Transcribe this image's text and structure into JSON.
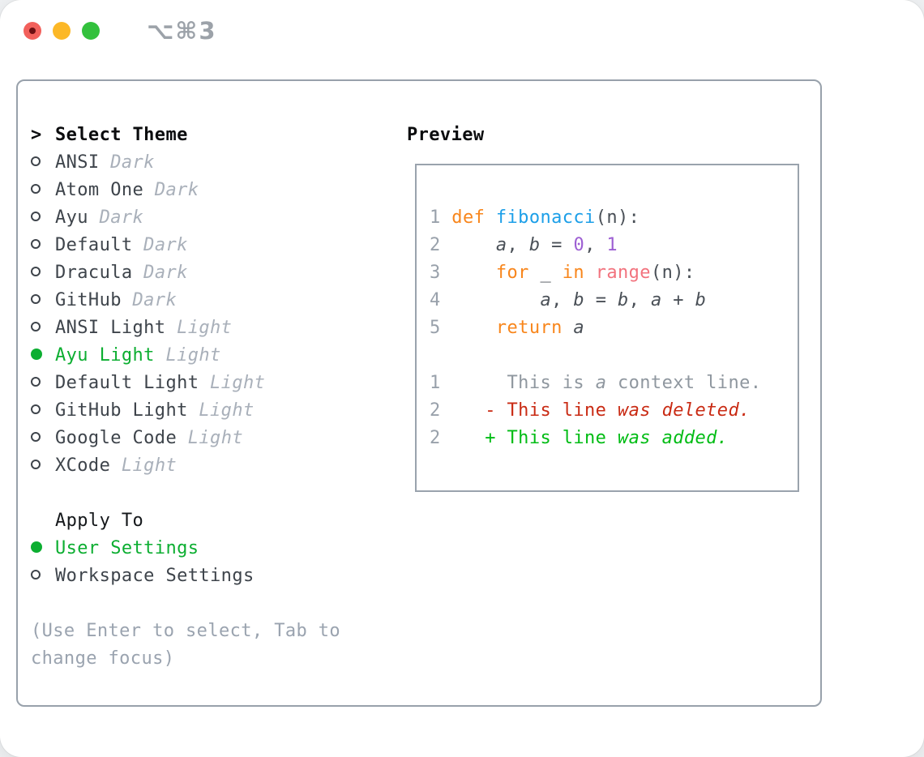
{
  "window": {
    "shortcut_label": "⌥⌘3",
    "traffic_lights": {
      "close": "#f2605b",
      "minimize": "#fcb827",
      "zoom": "#33c13d"
    }
  },
  "sidebar": {
    "title_prefix": ">",
    "title": "Select Theme",
    "items": [
      {
        "label": "ANSI",
        "variant": "Dark",
        "selected": false
      },
      {
        "label": "Atom One",
        "variant": "Dark",
        "selected": false
      },
      {
        "label": "Ayu",
        "variant": "Dark",
        "selected": false
      },
      {
        "label": "Default",
        "variant": "Dark",
        "selected": false
      },
      {
        "label": "Dracula",
        "variant": "Dark",
        "selected": false
      },
      {
        "label": "GitHub",
        "variant": "Dark",
        "selected": false
      },
      {
        "label": "ANSI Light",
        "variant": "Light",
        "selected": false
      },
      {
        "label": "Ayu Light",
        "variant": "Light",
        "selected": true
      },
      {
        "label": "Default Light",
        "variant": "Light",
        "selected": false
      },
      {
        "label": "GitHub Light",
        "variant": "Light",
        "selected": false
      },
      {
        "label": "Google Code",
        "variant": "Light",
        "selected": false
      },
      {
        "label": "XCode",
        "variant": "Light",
        "selected": false
      }
    ],
    "apply_to": {
      "title": "Apply To",
      "options": [
        {
          "label": "User Settings",
          "selected": true
        },
        {
          "label": "Workspace Settings",
          "selected": false
        }
      ]
    },
    "hint_lines": [
      "(Use Enter to select, Tab to",
      "change focus)"
    ]
  },
  "preview": {
    "title": "Preview",
    "code_lines": [
      {
        "num": "1",
        "tokens": [
          {
            "t": "def ",
            "c": "keyword"
          },
          {
            "t": "fibonacci",
            "c": "function"
          },
          {
            "t": "(n):",
            "c": "text"
          }
        ]
      },
      {
        "num": "2",
        "tokens": [
          {
            "t": "    ",
            "c": "text"
          },
          {
            "t": "a",
            "c": "text",
            "i": true
          },
          {
            "t": ", ",
            "c": "text"
          },
          {
            "t": "b",
            "c": "text",
            "i": true
          },
          {
            "t": " = ",
            "c": "text"
          },
          {
            "t": "0",
            "c": "number"
          },
          {
            "t": ", ",
            "c": "text"
          },
          {
            "t": "1",
            "c": "number"
          }
        ]
      },
      {
        "num": "3",
        "tokens": [
          {
            "t": "    ",
            "c": "text"
          },
          {
            "t": "for",
            "c": "keyword"
          },
          {
            "t": " _ ",
            "c": "text"
          },
          {
            "t": "in",
            "c": "keyword"
          },
          {
            "t": " ",
            "c": "text"
          },
          {
            "t": "range",
            "c": "call"
          },
          {
            "t": "(n):",
            "c": "text"
          }
        ]
      },
      {
        "num": "4",
        "tokens": [
          {
            "t": "        ",
            "c": "text"
          },
          {
            "t": "a",
            "c": "text",
            "i": true
          },
          {
            "t": ", ",
            "c": "text"
          },
          {
            "t": "b",
            "c": "text",
            "i": true
          },
          {
            "t": " = ",
            "c": "text"
          },
          {
            "t": "b",
            "c": "text",
            "i": true
          },
          {
            "t": ", ",
            "c": "text"
          },
          {
            "t": "a",
            "c": "text",
            "i": true
          },
          {
            "t": " + ",
            "c": "text"
          },
          {
            "t": "b",
            "c": "text",
            "i": true
          }
        ]
      },
      {
        "num": "5",
        "tokens": [
          {
            "t": "    ",
            "c": "text"
          },
          {
            "t": "return",
            "c": "keyword"
          },
          {
            "t": " ",
            "c": "text"
          },
          {
            "t": "a",
            "c": "text",
            "i": true
          }
        ]
      },
      {
        "num": "",
        "tokens": []
      },
      {
        "num": "1",
        "tokens": [
          {
            "t": "     This is ",
            "c": "context"
          },
          {
            "t": "a",
            "c": "context",
            "i": true
          },
          {
            "t": " context line.",
            "c": "context"
          }
        ]
      },
      {
        "num": "2",
        "tokens": [
          {
            "t": "   - This line ",
            "c": "deleted"
          },
          {
            "t": "was",
            "c": "deleted",
            "i": true
          },
          {
            "t": " ",
            "c": "deleted"
          },
          {
            "t": "deleted.",
            "c": "deleted",
            "i": true
          }
        ]
      },
      {
        "num": "2",
        "tokens": [
          {
            "t": "   + This line ",
            "c": "added"
          },
          {
            "t": "was",
            "c": "added",
            "i": true
          },
          {
            "t": " ",
            "c": "added"
          },
          {
            "t": "added.",
            "c": "added",
            "i": true
          }
        ]
      }
    ]
  },
  "colors": {
    "keyword": "#f8861c",
    "function": "#1c9fe8",
    "number": "#9d5fd3",
    "call": "#f2737e",
    "text": "#4a5057",
    "context": "#8f979f",
    "deleted": "#c92b14",
    "added": "#00bc14",
    "line_number": "#99a1ab",
    "selected_green": "#0cae31"
  }
}
